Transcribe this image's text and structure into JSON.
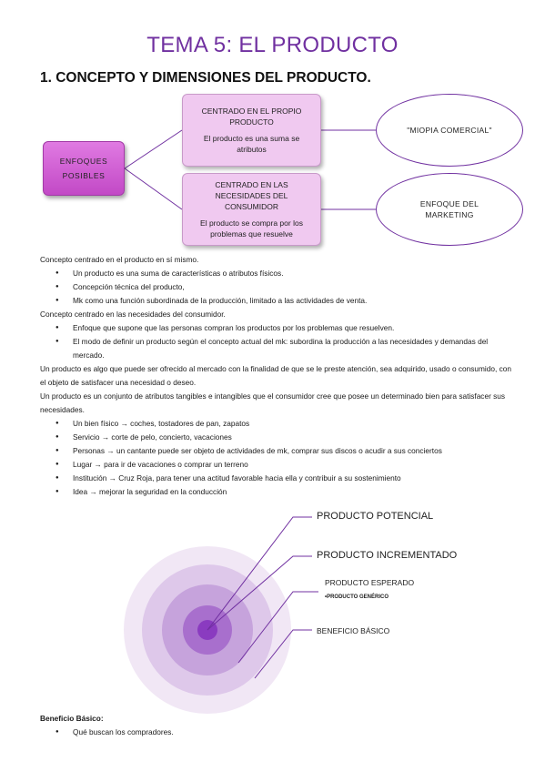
{
  "title": "TEMA 5: EL PRODUCTO",
  "section_heading": "1. CONCEPTO Y DIMENSIONES DEL PRODUCTO.",
  "diagram": {
    "left_box": [
      "ENFOQUES",
      "POSIBLES"
    ],
    "box1": {
      "title": "CENTRADO EN EL PROPIO PRODUCTO",
      "desc": "El producto es una suma se atributos"
    },
    "box2": {
      "title": "CENTRADO EN LAS NECESIDADES DEL CONSUMIDOR",
      "desc": "El producto se compra por los problemas que resuelve"
    },
    "ellipse1": "\"MIOPIA COMERCIAL\"",
    "ellipse2": "ENFOQUE DEL MARKETING"
  },
  "body": {
    "p1": "Concepto centrado en el producto en sí mismo.",
    "list1": [
      "Un producto es una suma de características o atributos físicos.",
      "Concepción técnica del producto,",
      "Mk como una función subordinada de la producción, limitado a las actividades de venta."
    ],
    "p2": "Concepto centrado en las necesidades del consumidor.",
    "list2": [
      "Enfoque que supone que las personas compran los productos por los problemas que resuelven.",
      "El modo de definir un producto según el concepto actual del mk: subordina la producción a las necesidades y demandas del mercado."
    ],
    "p3": "Un producto es algo que puede ser ofrecido al mercado con la finalidad de que se le preste atención, sea adquirido, usado o consumido, con el objeto de satisfacer una necesidad o deseo.",
    "p4": "Un producto es un conjunto de atributos tangibles e intangibles que el consumidor cree que posee un determinado bien para satisfacer sus necesidades.",
    "list3": [
      "Un bien físico → coches, tostadores de pan, zapatos",
      "Servicio → corte de pelo, concierto, vacaciones",
      "Personas → un cantante puede ser objeto de actividades de mk, comprar sus discos o acudir a sus conciertos",
      "Lugar → para ir de vacaciones o comprar un terreno",
      "Institución → Cruz Roja, para tener una actitud favorable hacia ella y contribuir a su sostenimiento",
      "Idea → mejorar la seguridad en la conducción"
    ]
  },
  "levels": {
    "potencial": "PRODUCTO POTENCIAL",
    "incrementado": "PRODUCTO INCREMENTADO",
    "esperado": "PRODUCTO ESPERADO",
    "generico": "•PRODUCTO GENÉRICO",
    "basico": "BENEFICIO BÁSICO",
    "colors": {
      "outer": "#f1e7f5",
      "ring2": "#dec8ea",
      "ring3": "#c6a3dc",
      "ring4": "#a86fcd",
      "core": "#8a3bc0",
      "lines": "#7030a0"
    }
  },
  "footer": {
    "heading": "Beneficio Básico:",
    "list": [
      "Qué buscan los compradores."
    ]
  }
}
